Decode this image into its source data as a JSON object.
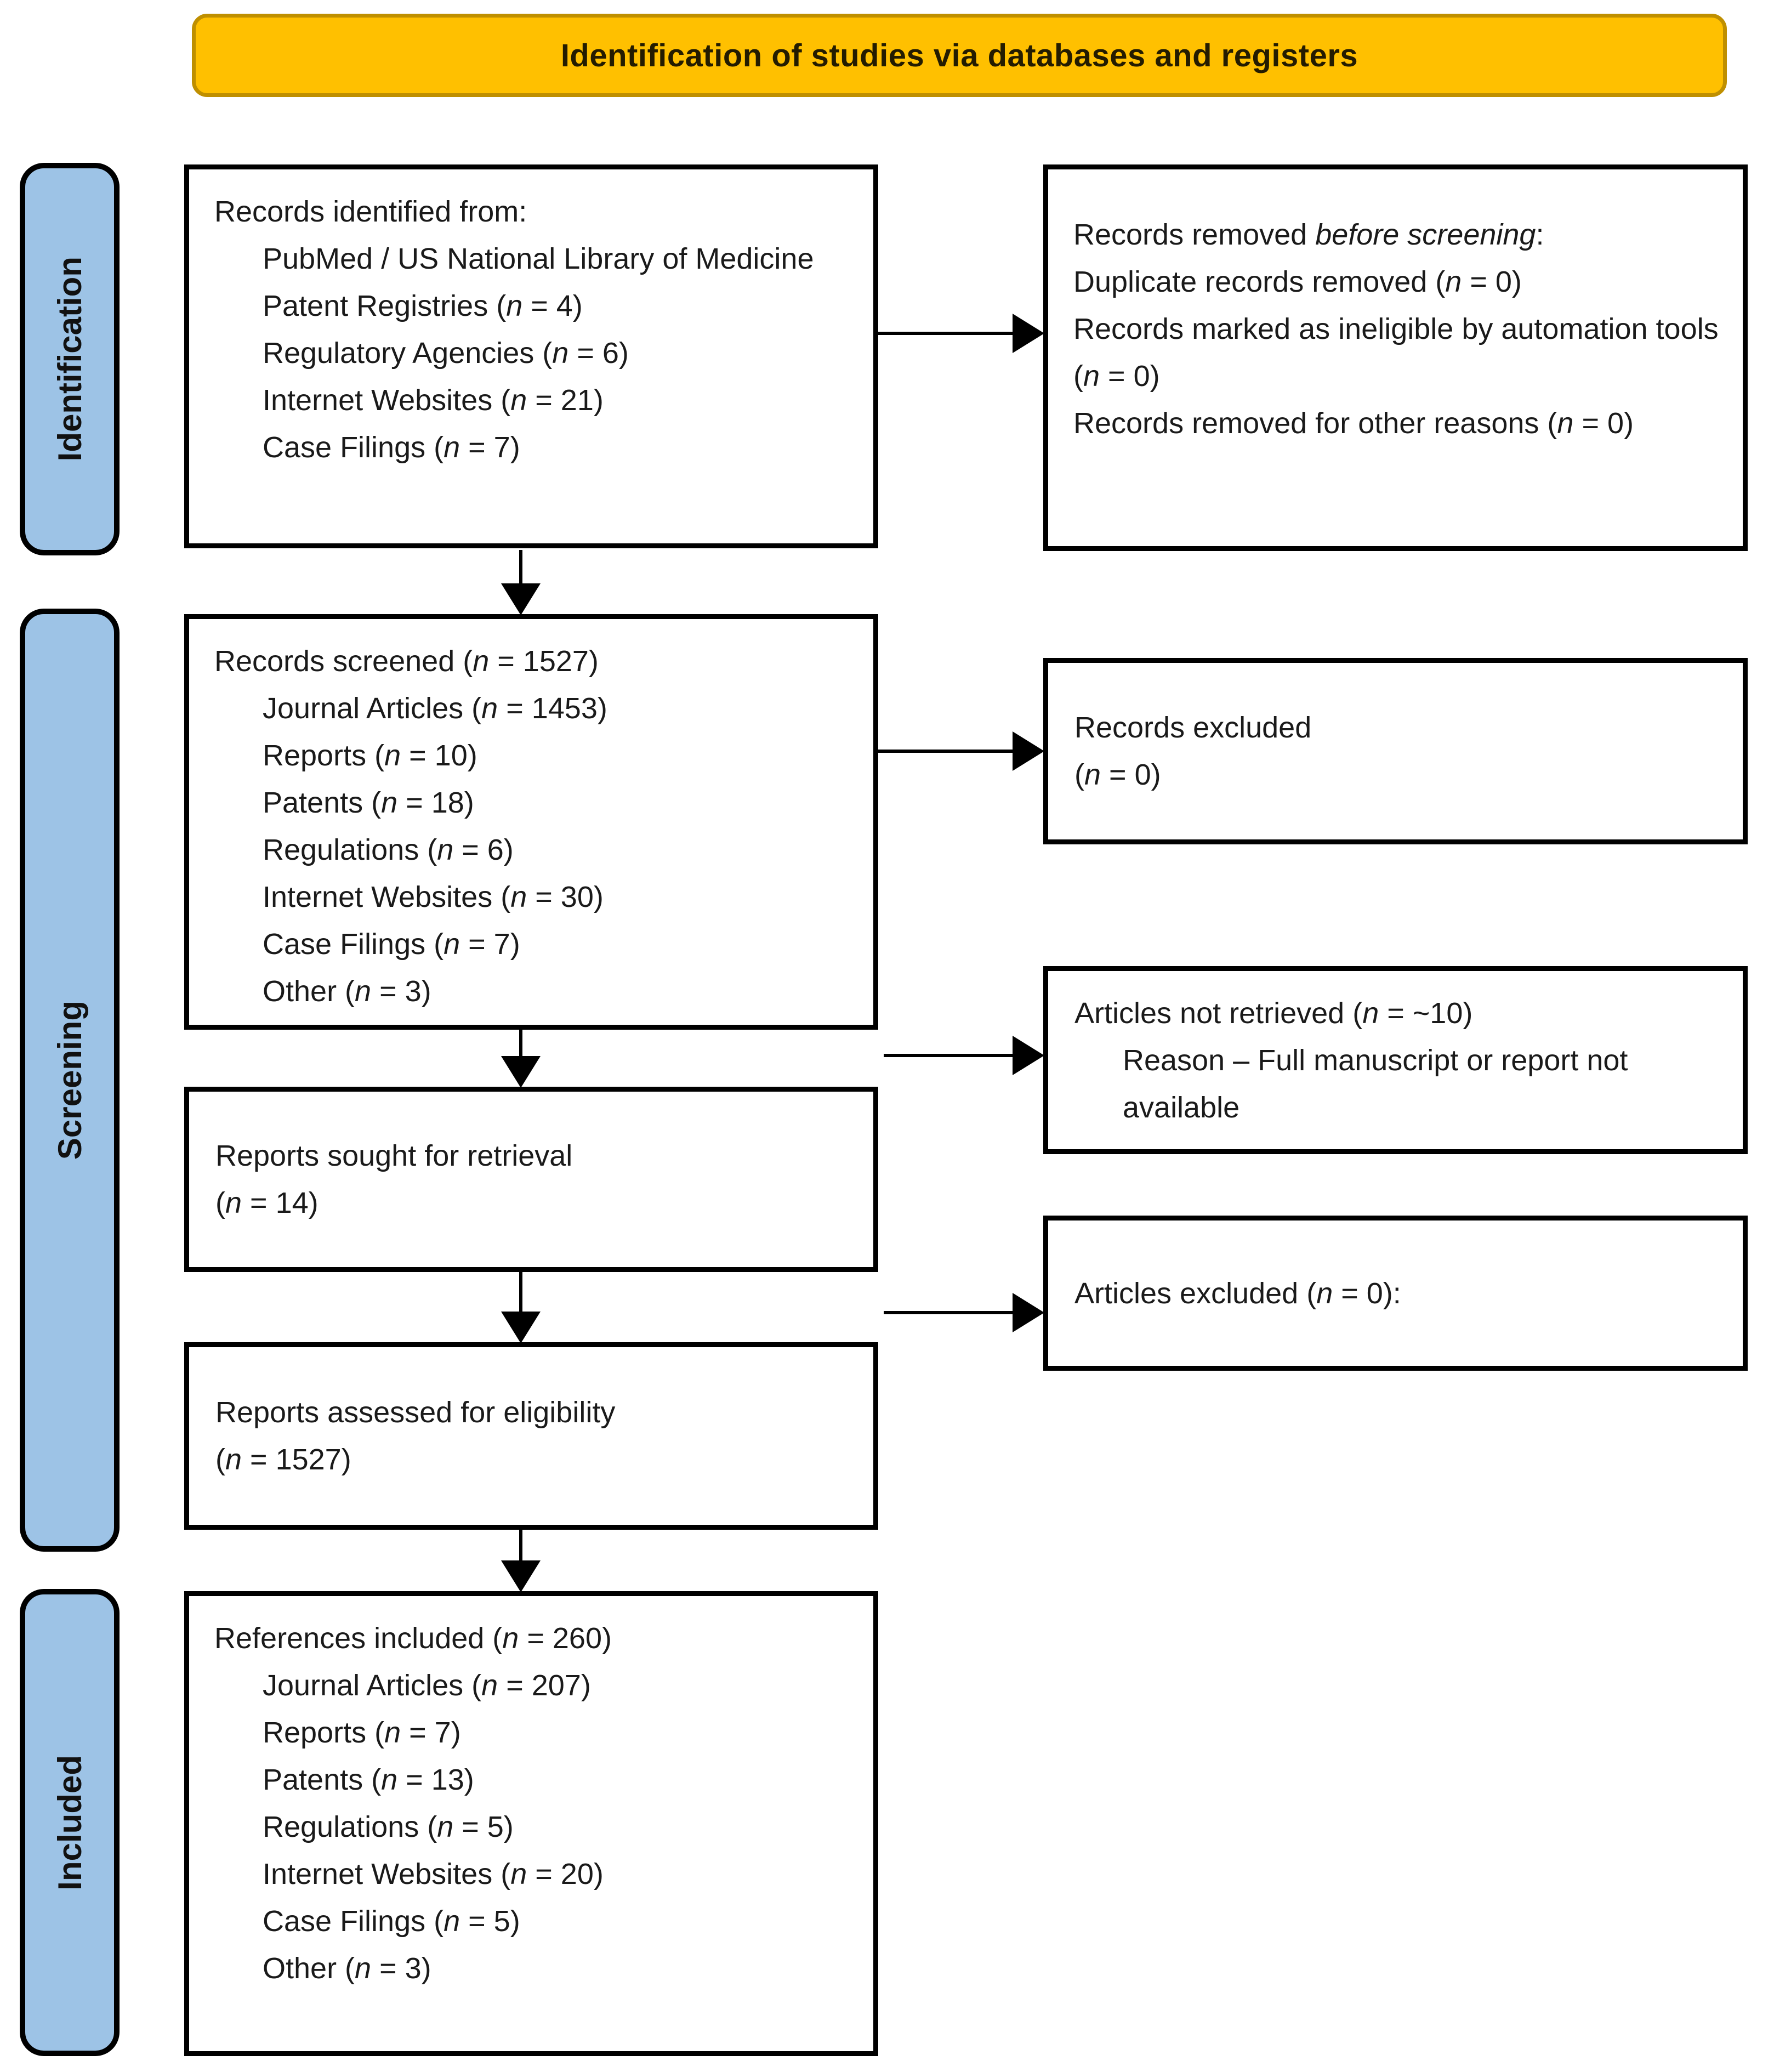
{
  "banner": {
    "label": "Identification of studies via databases and registers"
  },
  "sidebar": {
    "items": [
      {
        "label": "Identification"
      },
      {
        "label": "Screening"
      },
      {
        "label": "Included"
      }
    ]
  },
  "colors": {
    "banner_bg": "#FFC000",
    "banner_border": "#BF8F00",
    "sidebar_bg": "#9DC3E6",
    "box_border": "#000000",
    "text": "#1a1a1a"
  },
  "boxes": {
    "records_identified": {
      "lines": [
        {
          "html": "Records identified from:",
          "indent": 0
        },
        {
          "html": "PubMed / US National Library of Medicine",
          "indent": 1
        },
        {
          "html": "Patent Registries (<i>n</i> = 4)",
          "indent": 1
        },
        {
          "html": "Regulatory Agencies (<i>n</i> = 6)",
          "indent": 1
        },
        {
          "html": "Internet Websites (<i>n</i> = 21)",
          "indent": 1
        },
        {
          "html": "Case Filings (<i>n</i> = 7)",
          "indent": 1
        }
      ]
    },
    "records_removed": {
      "lines": [
        {
          "html": "Records removed <i>before screening</i>:",
          "indent": 0
        },
        {
          "html": "Duplicate records removed (<i>n</i> = 0)",
          "indent": 0
        },
        {
          "html": "Records marked as ineligible by automation tools (<i>n</i> = 0)",
          "indent": 0
        },
        {
          "html": "Records removed for other reasons (<i>n</i> = 0)",
          "indent": 0
        }
      ]
    },
    "records_screened": {
      "lines": [
        {
          "html": "Records screened (<i>n</i> = 1527)",
          "indent": 0
        },
        {
          "html": "Journal Articles (<i>n</i> = 1453)",
          "indent": 1
        },
        {
          "html": "Reports (<i>n</i> = 10)",
          "indent": 1
        },
        {
          "html": "Patents (<i>n</i> = 18)",
          "indent": 1
        },
        {
          "html": "Regulations (<i>n</i> = 6)",
          "indent": 1
        },
        {
          "html": "Internet Websites (<i>n</i> = 30)",
          "indent": 1
        },
        {
          "html": "Case Filings (<i>n</i> = 7)",
          "indent": 1
        },
        {
          "html": "Other (<i>n</i> = 3)",
          "indent": 1
        }
      ]
    },
    "records_excluded": {
      "lines": [
        {
          "html": "Records excluded",
          "indent": 0
        },
        {
          "html": "(<i>n</i> = 0)",
          "indent": 0
        }
      ]
    },
    "reports_sought": {
      "lines": [
        {
          "html": "Reports sought for retrieval",
          "indent": 0
        },
        {
          "html": "(<i>n</i> = 14)",
          "indent": 0
        }
      ]
    },
    "articles_not_retrieved": {
      "lines": [
        {
          "html": "Articles not retrieved (<i>n</i> = ~10)",
          "indent": 0
        },
        {
          "html": "Reason – Full manuscript or report not available",
          "indent": 1
        }
      ]
    },
    "reports_assessed": {
      "lines": [
        {
          "html": "Reports assessed for eligibility",
          "indent": 0
        },
        {
          "html": "(<i>n</i> = 1527)",
          "indent": 0
        }
      ]
    },
    "articles_excluded": {
      "lines": [
        {
          "html": "Articles excluded (<i>n</i> = 0):",
          "indent": 0
        }
      ]
    },
    "references_included": {
      "lines": [
        {
          "html": "References included (<i>n</i> = 260)",
          "indent": 0
        },
        {
          "html": "Journal Articles (<i>n</i> = 207)",
          "indent": 1
        },
        {
          "html": "Reports (<i>n</i> = 7)",
          "indent": 1
        },
        {
          "html": "Patents (<i>n</i> = 13)",
          "indent": 1
        },
        {
          "html": "Regulations (<i>n</i> = 5)",
          "indent": 1
        },
        {
          "html": "Internet Websites (<i>n</i> = 20)",
          "indent": 1
        },
        {
          "html": "Case Filings (<i>n</i> = 5)",
          "indent": 1
        },
        {
          "html": "Other (<i>n</i> = 3)",
          "indent": 1
        }
      ]
    }
  }
}
